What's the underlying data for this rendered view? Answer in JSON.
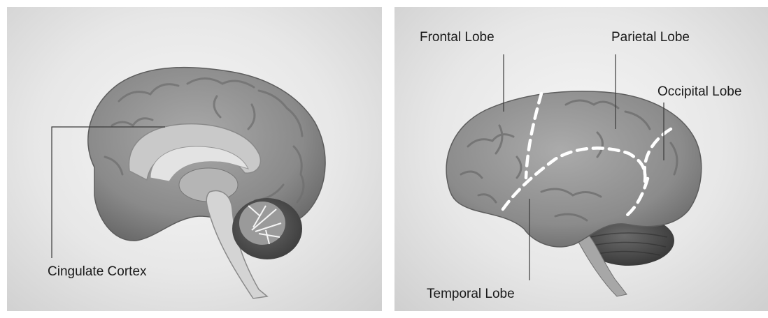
{
  "left_panel": {
    "labels": {
      "cingulate_cortex": "Cingulate Cortex"
    }
  },
  "right_panel": {
    "labels": {
      "frontal_lobe": "Frontal Lobe",
      "parietal_lobe": "Parietal Lobe",
      "occipital_lobe": "Occipital Lobe",
      "temporal_lobe": "Temporal Lobe"
    }
  },
  "colors": {
    "background": "#e9e9e9",
    "brain_tissue": "#8f8f8f",
    "cerebellum": "#555555",
    "leader_line": "#3a3a3a",
    "lobe_divider": "#ffffff"
  }
}
